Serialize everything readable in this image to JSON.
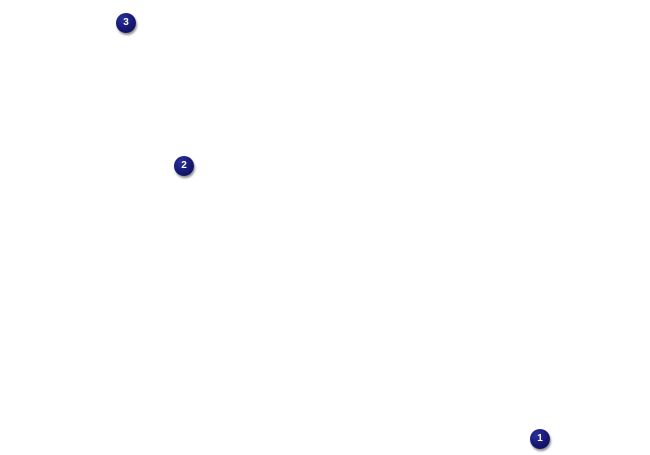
{
  "colors": {
    "background": "#ffffff",
    "marker_fill": "#15186f",
    "marker_text": "#ffffff"
  },
  "markers": [
    {
      "label": "3"
    },
    {
      "label": "2"
    },
    {
      "label": "1"
    }
  ]
}
